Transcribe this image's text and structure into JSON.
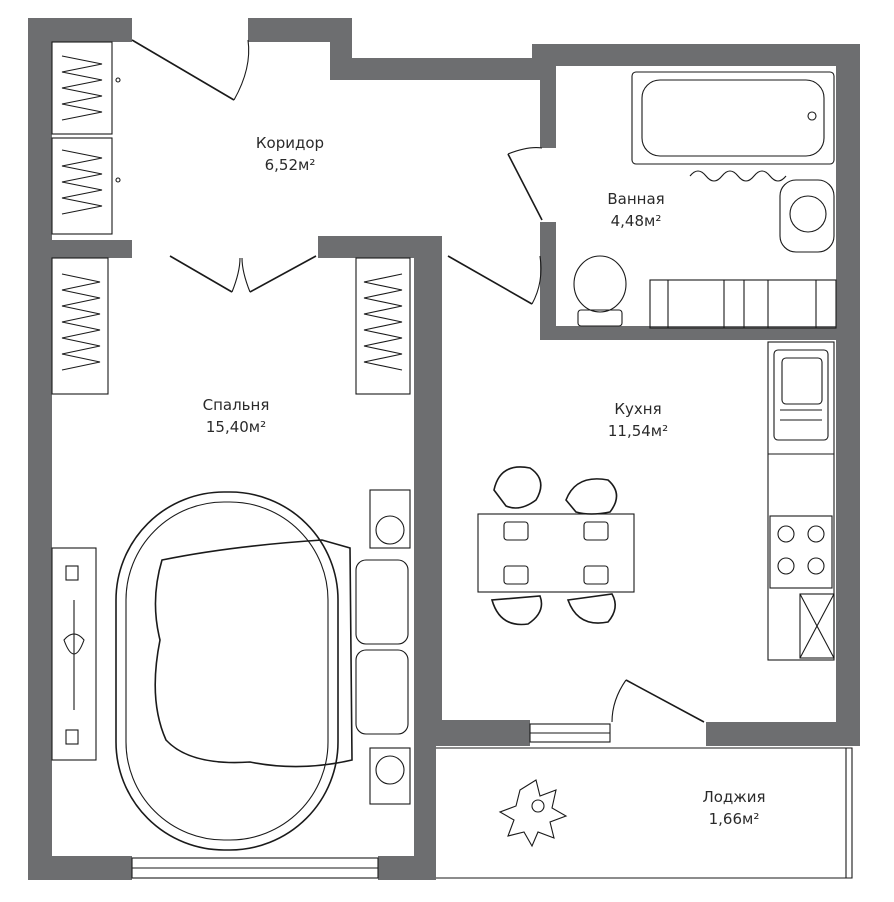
{
  "rooms": {
    "corridor": {
      "name": "Коридор",
      "area": "6,52м²"
    },
    "bathroom": {
      "name": "Ванная",
      "area": "4,48м²"
    },
    "bedroom": {
      "name": "Спальня",
      "area": "15,40м²"
    },
    "kitchen": {
      "name": "Кухня",
      "area": "11,54м²"
    },
    "loggia": {
      "name": "Лоджия",
      "area": "1,66м²"
    }
  },
  "colors": {
    "wall": "#6d6e70",
    "line": "#1a1a1a",
    "background": "#ffffff"
  }
}
